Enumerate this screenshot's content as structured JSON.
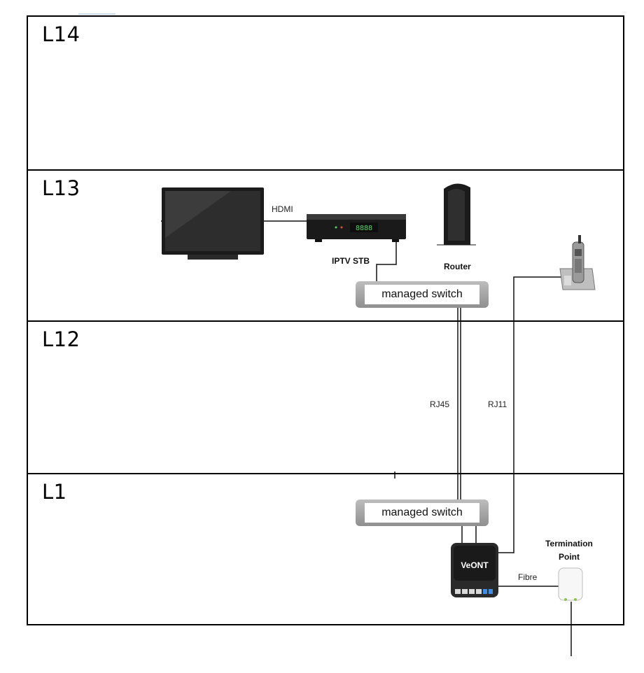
{
  "floors": [
    {
      "label": "L14"
    },
    {
      "label": "L13"
    },
    {
      "label": "L12"
    },
    {
      "label": "L1"
    }
  ],
  "devices": {
    "iptv_stb": "IPTV STB",
    "router": "Router",
    "managed_switch_top": "managed switch",
    "managed_switch_bottom": "managed switch",
    "veont": "VeONT",
    "termination_point_line1": "Termination",
    "termination_point_line2": "Point"
  },
  "connections": {
    "hdmi": "HDMI",
    "rj45": "RJ45",
    "rj11": "RJ11",
    "fibre": "Fibre"
  },
  "icons": [
    "tv-icon",
    "set-top-box-icon",
    "router-icon",
    "cordless-phone-icon",
    "ont-device-icon",
    "termination-point-icon"
  ]
}
